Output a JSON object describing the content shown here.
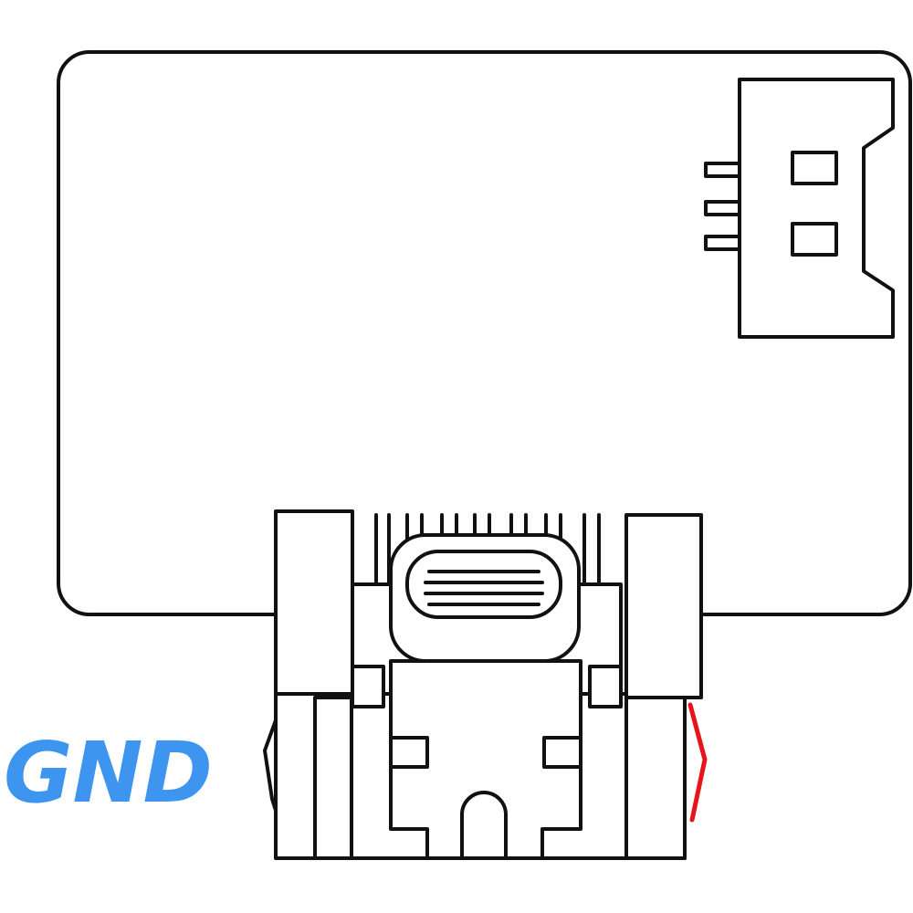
{
  "label": {
    "text": "GND",
    "color": "#3d95f0"
  },
  "colors": {
    "outline": "#111111",
    "background": "#ffffff",
    "red_wire": "#e8141c"
  },
  "components": {
    "board": "circuit-board",
    "top_connector": "3-pin-connector",
    "bottom_port": "usb-c-port"
  }
}
